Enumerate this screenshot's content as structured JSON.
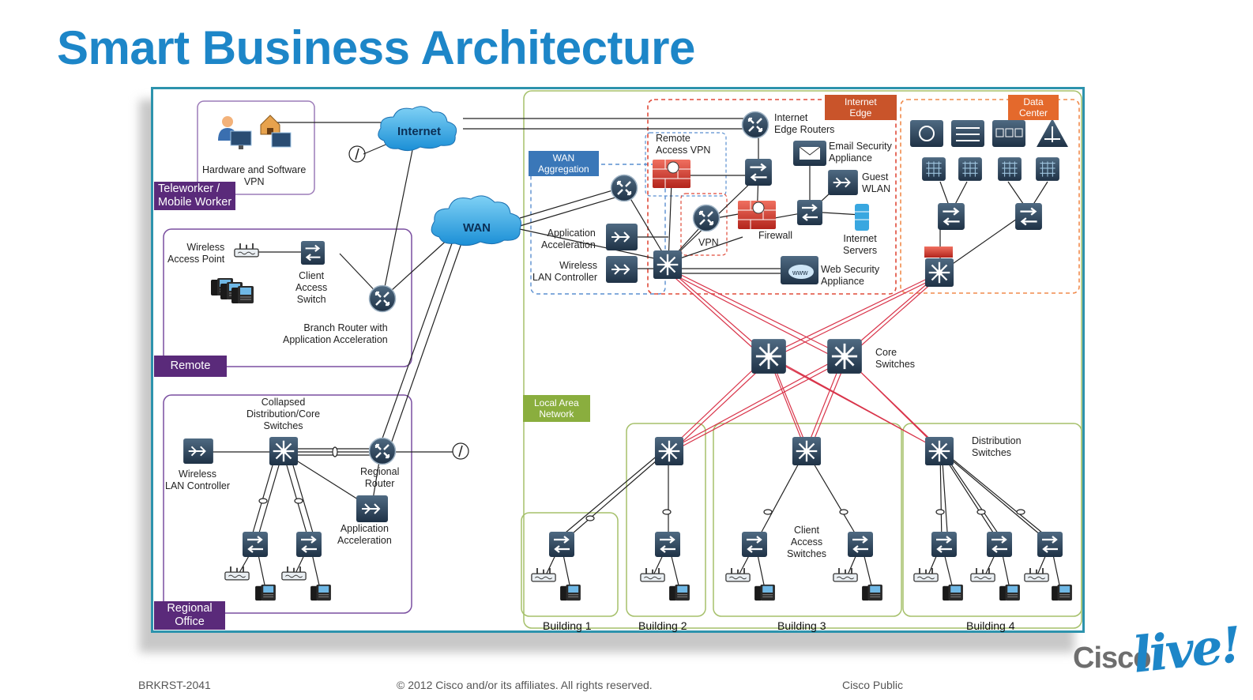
{
  "title": "Smart Business Architecture",
  "clouds": {
    "internet": "Internet",
    "wan": "WAN"
  },
  "tags": {
    "teleworker": "Teleworker /",
    "teleworker2": "Mobile Worker",
    "remote": "Remote",
    "regional": "Regional",
    "regional2": "Office",
    "wan_agg": "WAN",
    "wan_agg2": "Aggregation",
    "lan": "Local Area",
    "lan2": "Network",
    "internet_edge": "Internet",
    "internet_edge2": "Edge",
    "data_center": "Data",
    "data_center2": "Center"
  },
  "labels": {
    "hw_sw_vpn": "Hardware and Software",
    "hw_sw_vpn2": "VPN",
    "wap": "Wireless",
    "wap2": "Access Point",
    "client_access": "Client",
    "client_access2": "Access",
    "client_access3": "Switch",
    "branch_router": "Branch Router with",
    "branch_router2": "Application Acceleration",
    "collapsed": "Collapsed",
    "collapsed2": "Distribution/Core",
    "collapsed3": "Switches",
    "wlc_reg": "Wireless",
    "wlc_reg2": "LAN Controller",
    "regional_router": "Regional",
    "regional_router2": "Router",
    "app_accel_reg": "Application",
    "app_accel_reg2": "Acceleration",
    "app_accel": "Application",
    "app_accel2": "Acceleration",
    "wlc": "Wireless",
    "wlc2": "LAN Controller",
    "remote_vpn": "Remote",
    "remote_vpn2": "Access VPN",
    "vpn": "VPN",
    "inet_edge_routers": "Internet",
    "inet_edge_routers2": "Edge Routers",
    "email_sec": "Email Security",
    "email_sec2": "Appliance",
    "guest_wlan": "Guest",
    "guest_wlan2": "WLAN",
    "firewall": "Firewall",
    "inet_servers": "Internet",
    "inet_servers2": "Servers",
    "web_sec": "Web Security",
    "web_sec2": "Appliance",
    "core": "Core",
    "core2": "Switches",
    "dist": "Distribution",
    "dist2": "Switches",
    "client_access_b3": "Client",
    "client_access_b32": "Access",
    "client_access_b33": "Switches",
    "www": "www"
  },
  "buildings": [
    "Building 1",
    "Building 2",
    "Building 3",
    "Building 4"
  ],
  "footer": {
    "code": "BRKRST-2041",
    "copyright": "© 2012 Cisco and/or its affiliates. All rights reserved.",
    "classification": "Cisco Public"
  },
  "logo": {
    "cisco": "Cisco",
    "live": "live!"
  },
  "colors": {
    "title": "#1d86c8",
    "frame": "#2d93ad",
    "purple": "#5a2a7a",
    "lan_green": "#8aae3e",
    "core_links": "#d9344a",
    "internet_edge_box": "#e04b3a",
    "data_center_box": "#f08a4b"
  }
}
